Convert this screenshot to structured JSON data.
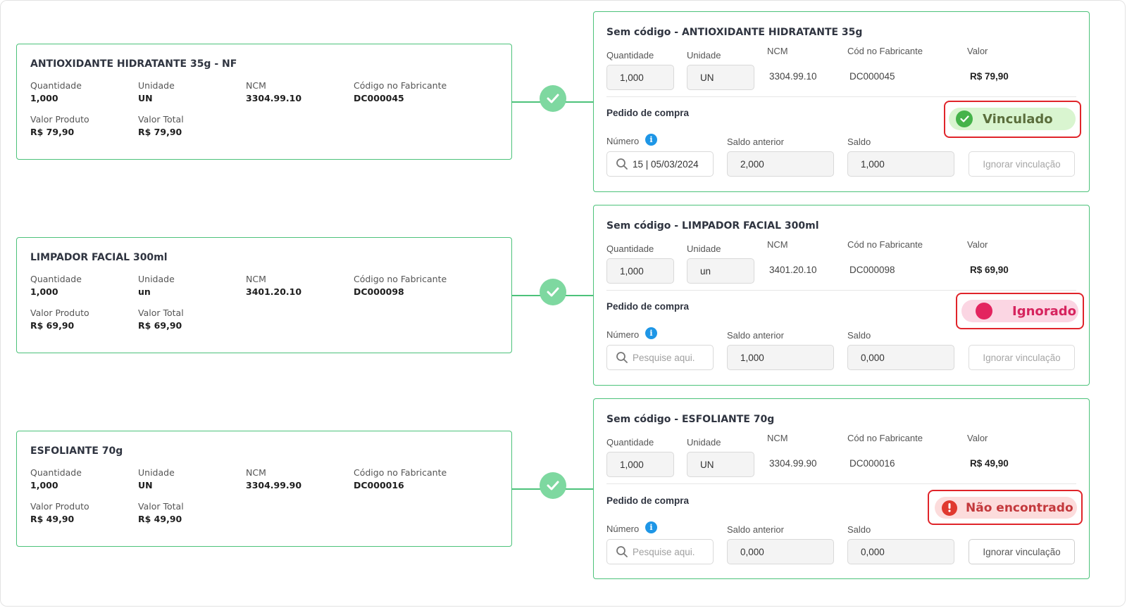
{
  "nf_items": [
    {
      "title": "ANTIOXIDANTE HIDRATANTE 35g - NF",
      "quantidade_label": "Quantidade",
      "quantidade": "1,000",
      "unidade_label": "Unidade",
      "unidade": "UN",
      "ncm_label": "NCM",
      "ncm": "3304.99.10",
      "codigo_label": "Código no Fabricante",
      "codigo": "DC000045",
      "valor_produto_label": "Valor Produto",
      "valor_produto": "R$ 79,90",
      "valor_total_label": "Valor Total",
      "valor_total": "R$ 79,90"
    },
    {
      "title": "LIMPADOR FACIAL 300ml",
      "quantidade_label": "Quantidade",
      "quantidade": "1,000",
      "unidade_label": "Unidade",
      "unidade": "un",
      "ncm_label": "NCM",
      "ncm": "3401.20.10",
      "codigo_label": "Código no Fabricante",
      "codigo": "DC000098",
      "valor_produto_label": "Valor Produto",
      "valor_produto": "R$ 69,90",
      "valor_total_label": "Valor Total",
      "valor_total": "R$ 69,90"
    },
    {
      "title": "ESFOLIANTE 70g",
      "quantidade_label": "Quantidade",
      "quantidade": "1,000",
      "unidade_label": "Unidade",
      "unidade": "UN",
      "ncm_label": "NCM",
      "ncm": "3304.99.90",
      "codigo_label": "Código no Fabricante",
      "codigo": "DC000016",
      "valor_produto_label": "Valor Produto",
      "valor_produto": "R$ 49,90",
      "valor_total_label": "Valor Total",
      "valor_total": "R$ 49,90"
    }
  ],
  "products": [
    {
      "title": "Sem código - ANTIOXIDANTE HIDRATANTE 35g",
      "quantidade_label": "Quantidade",
      "quantidade": "1,000",
      "unidade_label": "Unidade",
      "unidade": "UN",
      "ncm_label": "NCM",
      "ncm": "3304.99.10",
      "cod_label": "Cód no Fabricante",
      "cod": "DC000045",
      "valor_label": "Valor",
      "valor": "R$ 79,90",
      "pedido_label": "Pedido de compra",
      "numero_label": "Número",
      "numero_value": "15 | 05/03/2024",
      "numero_placeholder": "",
      "saldo_anterior_label": "Saldo anterior",
      "saldo_anterior": "2,000",
      "saldo_label": "Saldo",
      "saldo": "1,000",
      "ignorar_label": "Ignorar vinculação",
      "status": "Vinculado"
    },
    {
      "title": "Sem código - LIMPADOR FACIAL 300ml",
      "quantidade_label": "Quantidade",
      "quantidade": "1,000",
      "unidade_label": "Unidade",
      "unidade": "un",
      "ncm_label": "NCM",
      "ncm": "3401.20.10",
      "cod_label": "Cód no Fabricante",
      "cod": "DC000098",
      "valor_label": "Valor",
      "valor": "R$ 69,90",
      "pedido_label": "Pedido de compra",
      "numero_label": "Número",
      "numero_value": "",
      "numero_placeholder": "Pesquise aqui.",
      "saldo_anterior_label": "Saldo anterior",
      "saldo_anterior": "1,000",
      "saldo_label": "Saldo",
      "saldo": "0,000",
      "ignorar_label": "Ignorar vinculação",
      "status": "Ignorado"
    },
    {
      "title": "Sem código - ESFOLIANTE 70g",
      "quantidade_label": "Quantidade",
      "quantidade": "1,000",
      "unidade_label": "Unidade",
      "unidade": "UN",
      "ncm_label": "NCM",
      "ncm": "3304.99.90",
      "cod_label": "Cód no Fabricante",
      "cod": "DC000016",
      "valor_label": "Valor",
      "valor": "R$ 49,90",
      "pedido_label": "Pedido de compra",
      "numero_label": "Número",
      "numero_value": "",
      "numero_placeholder": "Pesquise aqui.",
      "saldo_anterior_label": "Saldo anterior",
      "saldo_anterior": "0,000",
      "saldo_label": "Saldo",
      "saldo": "0,000",
      "ignorar_label": "Ignorar vinculação",
      "status": "Não encontrado"
    }
  ],
  "colors": {
    "card_border": "#4cc27a",
    "check_bg": "#7ed8a0",
    "annotation_red": "#e0242a",
    "vinculado_bg": "#d9f5d0",
    "ignorado_accent": "#d6245e",
    "nao_encontrado_accent": "#c3383c",
    "info_icon": "#1e96e6"
  },
  "icons": [
    "check-icon",
    "info-icon",
    "search-icon",
    "check-circle-icon",
    "dot-icon",
    "alert-icon"
  ]
}
